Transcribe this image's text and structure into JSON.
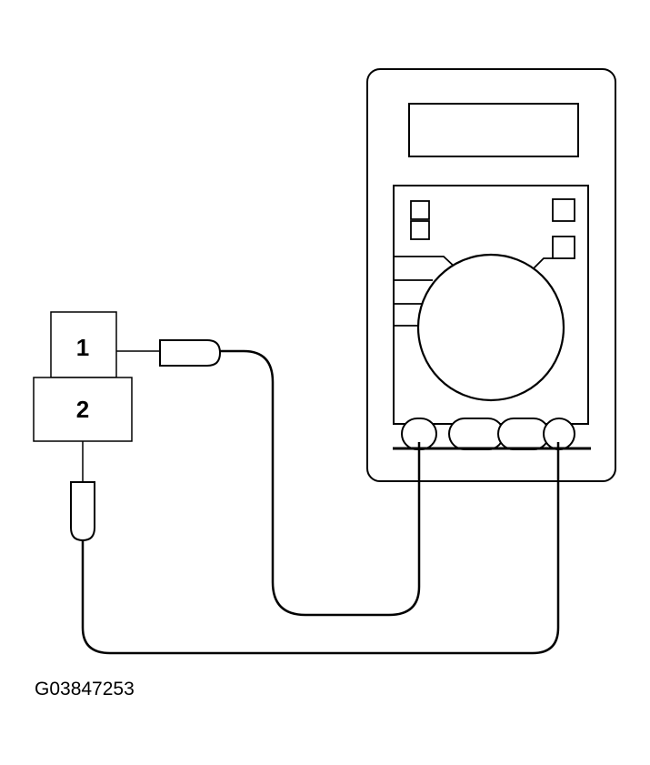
{
  "diagram": {
    "component": {
      "terminal_1": "1",
      "terminal_2": "2"
    },
    "multimeter": {
      "icons": [
        "meter-body-icon",
        "display-icon",
        "dial-icon",
        "probe-jack-icon"
      ]
    },
    "figure_code": "G03847253",
    "colors": {
      "line": "#000000",
      "background": "#ffffff"
    }
  }
}
